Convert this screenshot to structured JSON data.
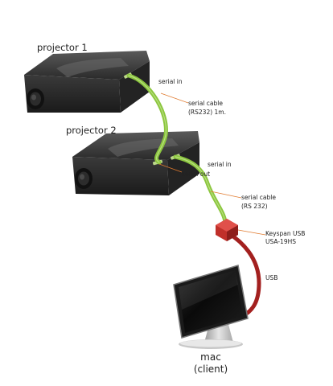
{
  "projector1": {
    "label": "projector 1",
    "port_in": "serial in"
  },
  "projector2": {
    "label": "projector 2",
    "port_in": "serial in",
    "port_out": "serial out"
  },
  "cable1": {
    "line1": "serial cable",
    "line2": "(RS232) 1m."
  },
  "cable2": {
    "line1": "serial cable",
    "line2": "(RS 232)"
  },
  "adapter": {
    "line1": "Keyspan USB",
    "line2": "USA-19HS"
  },
  "usb": {
    "label": "USB"
  },
  "mac": {
    "line1": "mac",
    "line2": "(client)"
  },
  "colors": {
    "projector_body": "#2e2e2e",
    "projector_top": "#4a4a4a",
    "serial_cable": "#8cc63f",
    "usb_cable": "#a3201f",
    "adapter": "#c0302a",
    "leader_line": "#e07a2e",
    "text": "#222222"
  }
}
